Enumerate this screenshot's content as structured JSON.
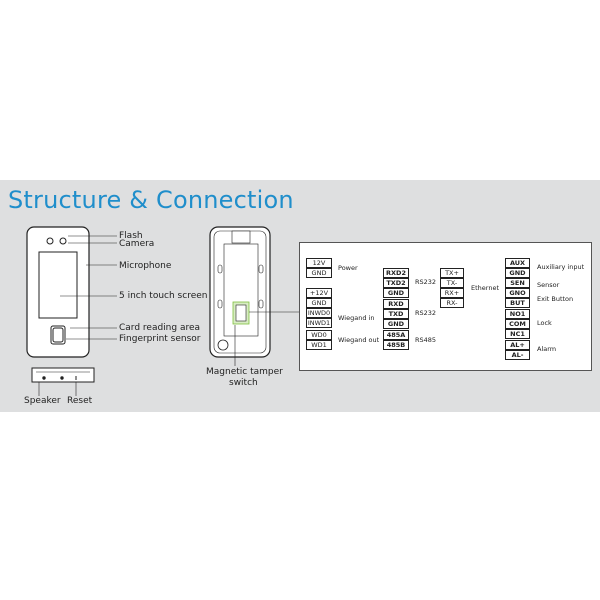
{
  "title": "Structure & Connection",
  "device_front": {
    "callouts": [
      "Flash",
      "Camera",
      "Microphone",
      "5 inch touch screen",
      "Card reading area",
      "Fingerprint sensor"
    ],
    "bottom_labels": [
      "Speaker",
      "Reset"
    ]
  },
  "device_back": {
    "label_line1": "Magnetic tamper",
    "label_line2": "switch"
  },
  "wiring": {
    "power": {
      "pins": [
        "12V",
        "GND"
      ],
      "label": "Power"
    },
    "wiegand_in": {
      "pins": [
        "+12V",
        "GND",
        "INWD0",
        "INWD1"
      ],
      "label": "Wiegand in"
    },
    "wiegand_out": {
      "pins": [
        "WD0",
        "WD1"
      ],
      "label": "Wiegand out"
    },
    "rs232_a": {
      "pins": [
        "RXD2",
        "TXD2",
        "GND"
      ],
      "label": "RS232"
    },
    "rs232_b": {
      "pins": [
        "RXD",
        "TXD",
        "GND"
      ],
      "label": "RS232"
    },
    "rs485": {
      "pins": [
        "485A",
        "485B"
      ],
      "label": "RS485"
    },
    "ethernet": {
      "pins": [
        "TX+",
        "TX-",
        "RX+",
        "RX-"
      ],
      "label": "Ethernet"
    },
    "aux": {
      "pins": [
        "AUX",
        "GND"
      ],
      "label": "Auxiliary input"
    },
    "sensor": {
      "pins": [
        "SEN"
      ],
      "label": "Sensor"
    },
    "exit": {
      "pins": [
        "GNO",
        "BUT"
      ],
      "label": "Exit Button"
    },
    "lock": {
      "pins": [
        "NO1",
        "COM",
        "NC1"
      ],
      "label": "Lock"
    },
    "alarm": {
      "pins": [
        "AL+",
        "AL-"
      ],
      "label": "Alarm"
    }
  }
}
